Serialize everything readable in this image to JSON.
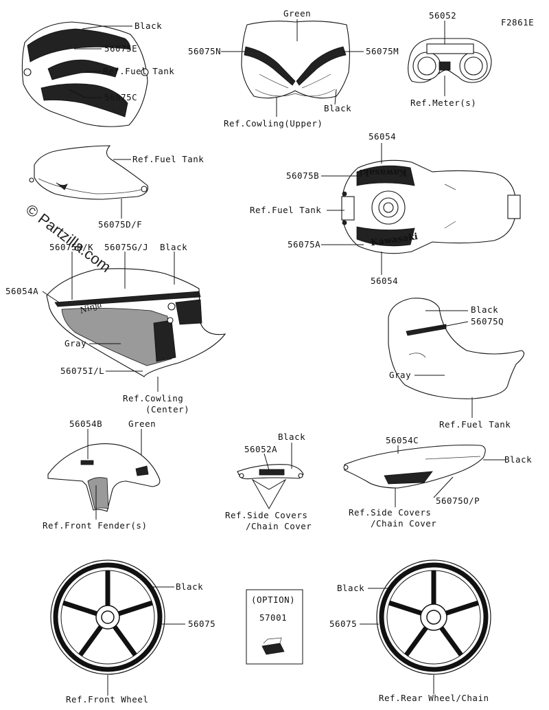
{
  "diagram_id": "F2861E",
  "watermark": "© Partzilla.com",
  "brand_text": "Kawasaki",
  "labels": {
    "l_black_1": "Black",
    "l_56075e": "56075E",
    "l_ref_fuel_tank_1": "Ref.Fuel Tank",
    "l_56075c": "56075C",
    "l_green_1": "Green",
    "l_56075n": "56075N",
    "l_56075m": "56075M",
    "l_black_2": "Black",
    "l_ref_cowling_upper": "Ref.Cowling(Upper)",
    "l_56052": "56052",
    "l_ref_meters": "Ref.Meter(s)",
    "l_ref_fuel_tank_2": "Ref.Fuel Tank",
    "l_56075df": "56075D/F",
    "l_56054_top": "56054",
    "l_56075b": "56075B",
    "l_ref_fuel_tank_3": "Ref.Fuel Tank",
    "l_56075a": "56075A",
    "l_56054_bottom": "56054",
    "l_56075hk": "56075H/K",
    "l_56075gj": "56075G/J",
    "l_black_3": "Black",
    "l_56054a": "56054A",
    "l_gray_1": "Gray",
    "l_56075il": "56075I/L",
    "l_ref_cowling": "Ref.Cowling",
    "l_center": "(Center)",
    "l_black_4": "Black",
    "l_56075q": "56075Q",
    "l_gray_2": "Gray",
    "l_ref_fuel_tank_4": "Ref.Fuel Tank",
    "l_56054b": "56054B",
    "l_green_2": "Green",
    "l_ref_front_fender": "Ref.Front Fender(s)",
    "l_black_5": "Black",
    "l_56052a": "56052A",
    "l_ref_side_covers_1": "Ref.Side Covers",
    "l_chain_cover_1": "/Chain Cover",
    "l_56054c": "56054C",
    "l_black_6": "Black",
    "l_56075op": "56075O/P",
    "l_ref_side_covers_2": "Ref.Side Covers",
    "l_chain_cover_2": "/Chain Cover",
    "l_black_7": "Black",
    "l_56075_front": "56075",
    "l_ref_front_wheel": "Ref.Front Wheel",
    "l_option": "(OPTION)",
    "l_57001": "57001",
    "l_black_8": "Black",
    "l_56075_rear": "56075",
    "l_ref_rear_wheel": "Ref.Rear Wheel/Chain"
  }
}
